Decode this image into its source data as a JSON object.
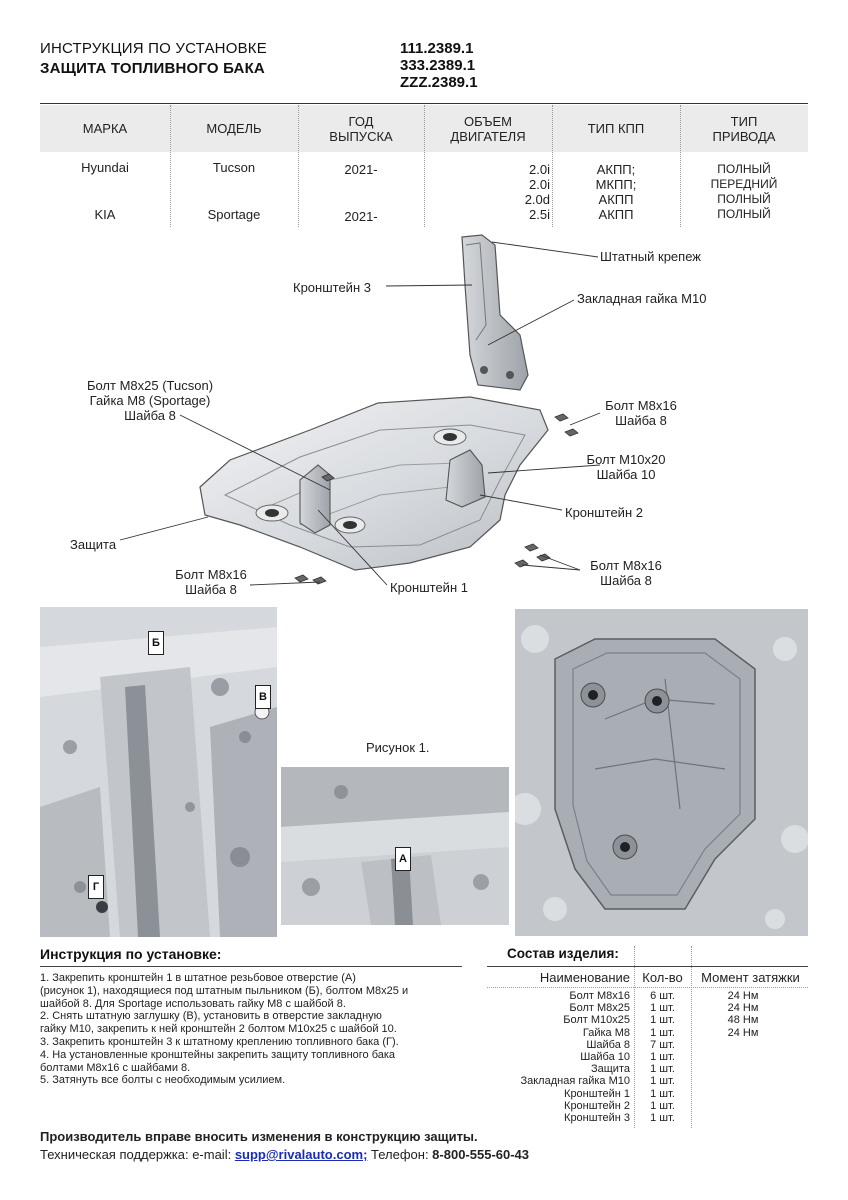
{
  "header": {
    "title_line1": "ИНСТРУКЦИЯ ПО УСТАНОВКЕ",
    "title_line2": "ЗАЩИТА ТОПЛИВНОГО БАКА",
    "codes": [
      "111.2389.1",
      "333.2389.1",
      "ZZZ.2389.1"
    ]
  },
  "vehicle_table": {
    "headers": {
      "make": "МАРКА",
      "model": "МОДЕЛЬ",
      "year_l1": "ГОД",
      "year_l2": "ВЫПУСКА",
      "engine_l1": "ОБЪЕМ",
      "engine_l2": "ДВИГАТЕЛЯ",
      "gearbox": "ТИП КПП",
      "drive_l1": "ТИП",
      "drive_l2": "ПРИВОДА"
    },
    "rows": [
      {
        "make": "Hyundai",
        "model": "Tucson",
        "year": "2021-"
      },
      {
        "make": "KIA",
        "model": "Sportage",
        "year": "2021-"
      }
    ],
    "engines": [
      "2.0i",
      "2.0i",
      "2.0d",
      "2.5i"
    ],
    "gearboxes": [
      "АКПП;",
      "МКПП;",
      "АКПП",
      "АКПП"
    ],
    "drives": [
      "ПОЛНЫЙ",
      "ПЕРЕДНИЙ",
      "ПОЛНЫЙ",
      "ПОЛНЫЙ"
    ]
  },
  "diagram_labels": {
    "standard_mount": "Штатный крепеж",
    "bracket3": "Кронштейн 3",
    "nut_m10": "Закладная гайка М10",
    "bolt_group_l1": "Болт М8х25 (Tucson)",
    "bolt_group_l2": "Гайка М8 (Sportage)",
    "bolt_group_l3": "Шайба 8",
    "bolt_m8x16_a_l1": "Болт М8х16",
    "bolt_m8x16_a_l2": "Шайба 8",
    "bolt_m10_l1": "Болт М10х20",
    "bolt_m10_l2": "Шайба 10",
    "bracket2": "Кронштейн 2",
    "guard": "Защита",
    "bolt_m8x16_b_l1": "Болт М8х16",
    "bolt_m8x16_b_l2": "Шайба 8",
    "bracket1": "Кронштейн 1",
    "bolt_m8x16_c_l1": "Болт М8х16",
    "bolt_m8x16_c_l2": "Шайба 8"
  },
  "figure": {
    "caption": "Рисунок 1.",
    "marker_b": "Б",
    "marker_v": "В",
    "marker_g": "Г",
    "marker_a": "А"
  },
  "instructions": {
    "title": "Инструкция по установке:",
    "lines": [
      "1. Закрепить кронштейн 1 в штатное резьбовое отверстие (А)",
      "(рисунок 1), находящиеся под штатным пыльником (Б), болтом М8х25 и",
      "шайбой 8. Для Sportage использовать гайку М8 с шайбой 8.",
      "2. Снять штатную заглушку (В), установить в отверстие закладную",
      "гайку М10, закрепить к ней кронштейн 2 болтом М10х25 с шайбой 10.",
      "3. Закрепить кронштейн 3 к штатному креплению топливного бака (Г).",
      "4. На установленные кронштейны закрепить защиту топливного бака",
      "болтами М8х16 с шайбами 8.",
      "5. Затянуть все болты с необходимым усилием."
    ]
  },
  "composition": {
    "title": "Состав изделия:",
    "col_name": "Наименование",
    "col_qty": "Кол-во",
    "col_torque": "Момент затяжки",
    "items": [
      {
        "name": "Болт М8х16",
        "qty": "6 шт.",
        "torque": "24 Нм"
      },
      {
        "name": "Болт М8х25",
        "qty": "1 шт.",
        "torque": "24 Нм"
      },
      {
        "name": "Болт М10х25",
        "qty": "1 шт.",
        "torque": "48 Нм"
      },
      {
        "name": "Гайка М8",
        "qty": "1 шт.",
        "torque": "24 Нм"
      },
      {
        "name": "Шайба 8",
        "qty": "7 шт.",
        "torque": ""
      },
      {
        "name": "Шайба 10",
        "qty": "1 шт.",
        "torque": ""
      },
      {
        "name": "Защита",
        "qty": "1 шт.",
        "torque": ""
      },
      {
        "name": "Закладная гайка М10",
        "qty": "1 шт.",
        "torque": ""
      },
      {
        "name": "Кронштейн 1",
        "qty": "1 шт.",
        "torque": ""
      },
      {
        "name": "Кронштейн 2",
        "qty": "1 шт.",
        "torque": ""
      },
      {
        "name": "Кронштейн 3",
        "qty": "1 шт.",
        "torque": ""
      }
    ]
  },
  "footer": {
    "disclaimer": "Производитель вправе вносить изменения в конструкцию защиты.",
    "support_label": "Техническая поддержка:  e-mail: ",
    "email": "supp@rivalauto.com;",
    "phone_label": " Телефон: ",
    "phone": "8-800-555-60-43"
  }
}
